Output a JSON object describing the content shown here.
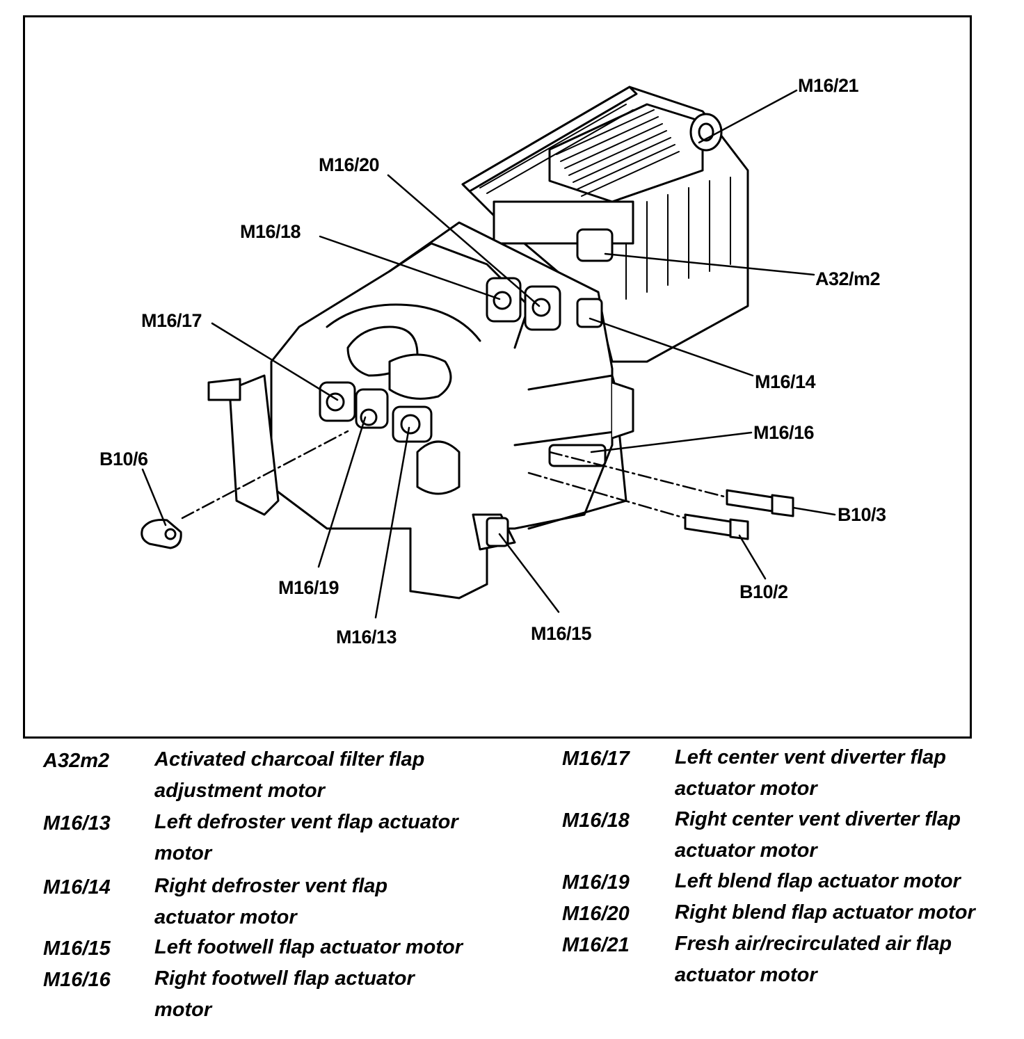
{
  "callouts": {
    "m16_21": "M16/21",
    "m16_20": "M16/20",
    "m16_18": "M16/18",
    "a32_m2": "A32/m2",
    "m16_17": "M16/17",
    "m16_14": "M16/14",
    "m16_16": "M16/16",
    "b10_6": "B10/6",
    "b10_3": "B10/3",
    "m16_19": "M16/19",
    "b10_2": "B10/2",
    "m16_13": "M16/13",
    "m16_15": "M16/15"
  },
  "legend": {
    "left": [
      {
        "code": "A32m2",
        "desc": "Activated charcoal filter flap adjustment motor"
      },
      {
        "code": "M16/13",
        "desc": "Left defroster vent flap actuator motor"
      },
      {
        "code": "M16/14",
        "desc": "Right defroster vent flap actuator motor"
      },
      {
        "code": "M16/15",
        "desc": "Left footwell flap actuator motor"
      },
      {
        "code": "M16/16",
        "desc": "Right footwell flap actuator motor"
      }
    ],
    "right": [
      {
        "code": "M16/17",
        "desc": "Left center vent diverter flap actuator motor"
      },
      {
        "code": "M16/18",
        "desc": "Right center vent diverter flap actuator motor"
      },
      {
        "code": "M16/19",
        "desc": "Left blend flap actuator motor"
      },
      {
        "code": "M16/20",
        "desc": "Right blend flap actuator motor"
      },
      {
        "code": "M16/21",
        "desc": "Fresh air/recirculated air flap actuator motor"
      }
    ]
  }
}
